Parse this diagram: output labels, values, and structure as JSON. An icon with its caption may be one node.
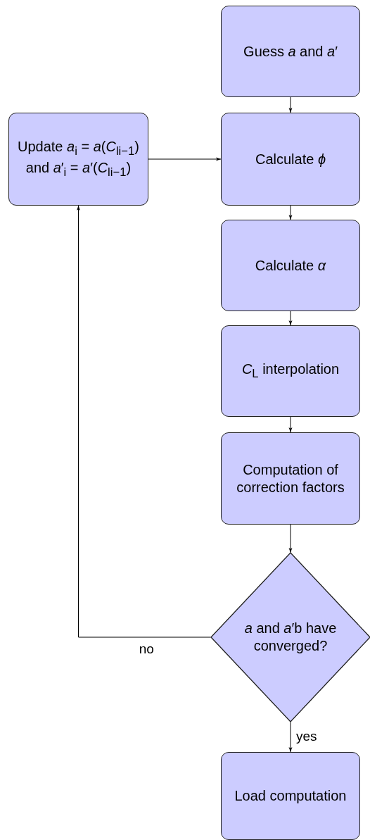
{
  "diagram": {
    "nodes": [
      {
        "text": [
          "Guess *a* and *a*′"
        ]
      },
      {
        "text": [
          "Update *a*$_{i}$ = *a*(*C*$_{li−1}$) and *a*′$_{i}$ = *a*′(*C*$_{li−1}$)"
        ]
      },
      {
        "text": [
          "Calculate *ϕ*"
        ]
      },
      {
        "text": [
          "Calculate *α*"
        ]
      },
      {
        "text": [
          "*C*$_{L}$ interpolation"
        ]
      },
      {
        "text": [
          "Computation of correction factors"
        ]
      },
      {
        "text": [
          "*a* and *a*′b have converged?"
        ]
      },
      {
        "text": [
          "Load computation"
        ]
      }
    ],
    "edges": [
      {
        "from": 0,
        "to": 2,
        "arrow": "to"
      },
      {
        "from": 1,
        "to": 2,
        "arrow": "to"
      },
      {
        "from": 2,
        "to": 3,
        "arrow": "to"
      },
      {
        "from": 3,
        "to": 4,
        "arrow": "to"
      },
      {
        "from": 4,
        "to": 5,
        "arrow": "to"
      },
      {
        "from": 5,
        "to": 6,
        "arrow": "to"
      },
      {
        "from": 6,
        "to": 1,
        "arrow": "to",
        "label": "no"
      },
      {
        "from": 6,
        "to": 7,
        "arrow": "to",
        "label": "yes"
      }
    ]
  }
}
